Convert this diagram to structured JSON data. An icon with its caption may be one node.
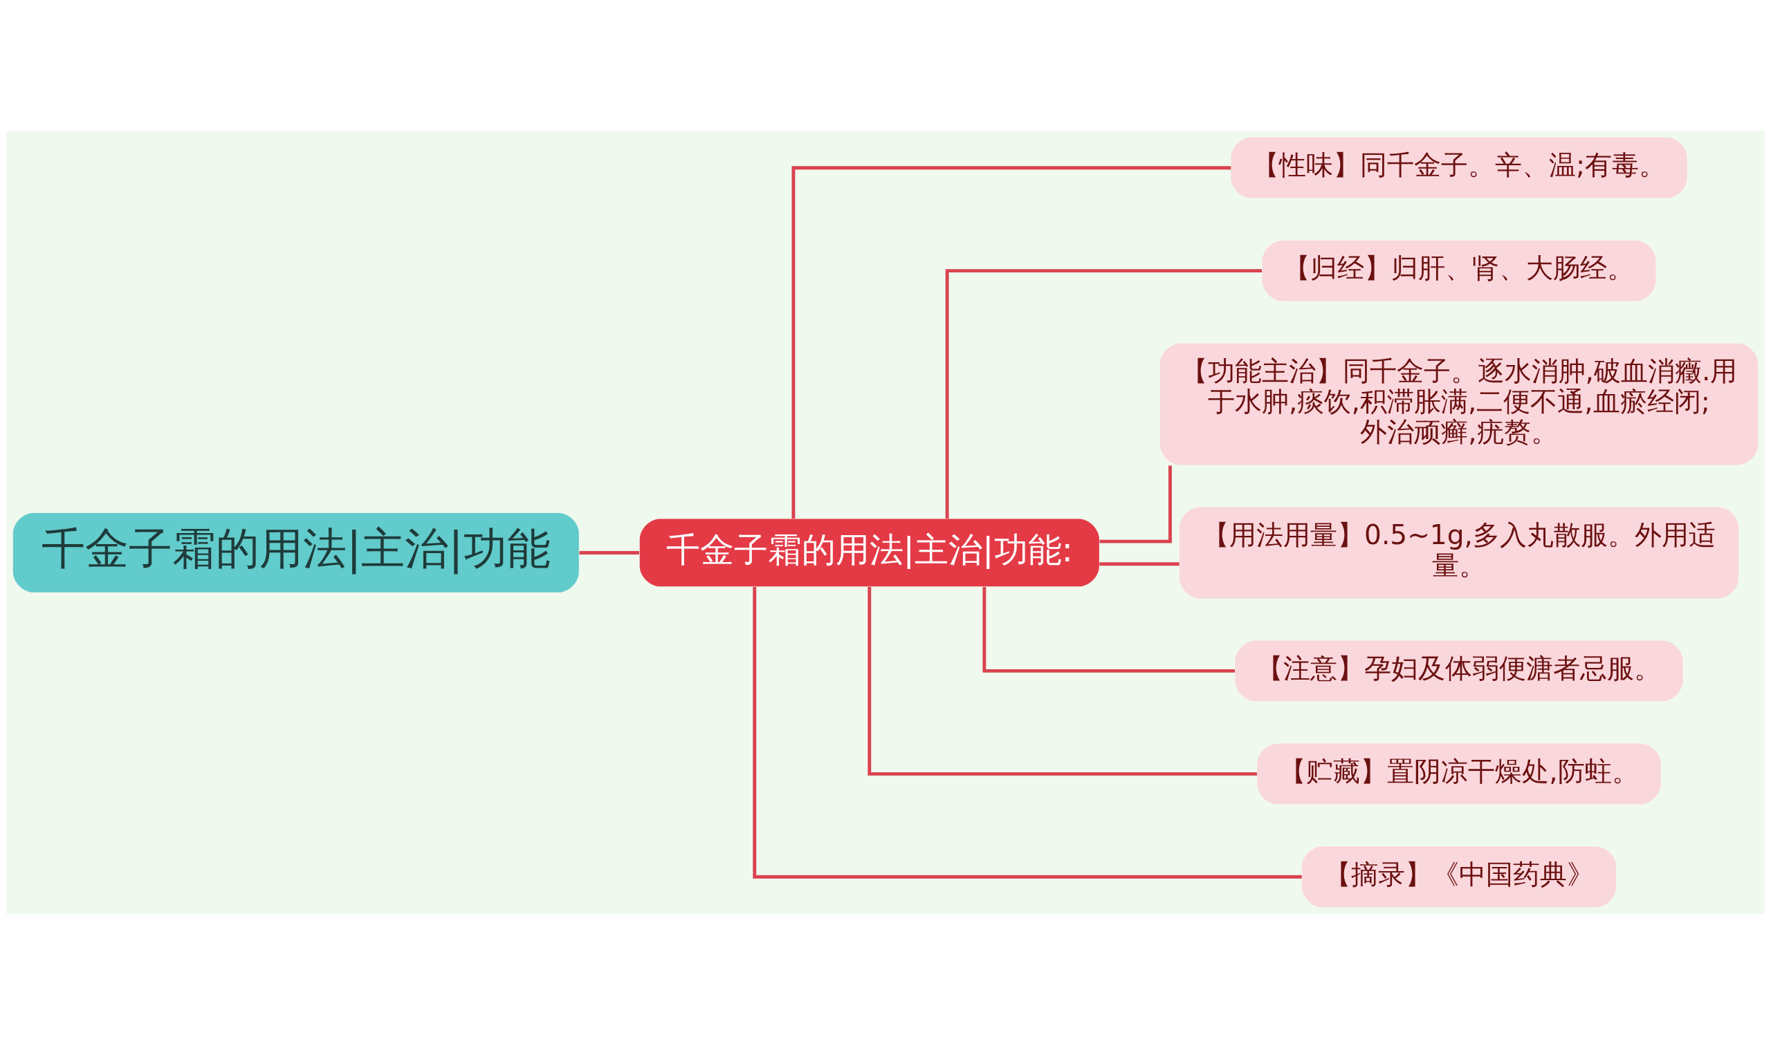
{
  "diagram": {
    "nodes": [
      {
        "text": [
          "千金子霜的用法|主治|功能"
        ]
      },
      {
        "text": [
          "千金子霜的用法|主治|功能:"
        ]
      },
      {
        "text": [
          "【性味】同千金子。辛、温;有毒。"
        ]
      },
      {
        "text": [
          "【归经】归肝、肾、大肠经。"
        ]
      },
      {
        "text": [
          "【功能主治】同千金子。逐水消肿,破血消癥.用于水肿,痰饮,积滞胀满,二便不通,血瘀经闭;外治顽癣,疣赘。"
        ]
      },
      {
        "text": [
          "【用法用量】0.5~1g,多入丸散服。外用适量。"
        ]
      },
      {
        "text": [
          "【注意】孕妇及体弱便溏者忌服。"
        ]
      },
      {
        "text": [
          "【贮藏】置阴凉干燥处,防蛀。"
        ]
      },
      {
        "text": [
          "【摘录】《中国药典》"
        ]
      }
    ],
    "edges": [
      {
        "from": 0,
        "to": 1,
        "arrow": "none"
      },
      {
        "from": 1,
        "to": 2,
        "arrow": "none"
      },
      {
        "from": 1,
        "to": 3,
        "arrow": "none"
      },
      {
        "from": 1,
        "to": 4,
        "arrow": "none"
      },
      {
        "from": 1,
        "to": 5,
        "arrow": "none"
      },
      {
        "from": 1,
        "to": 6,
        "arrow": "none"
      },
      {
        "from": 1,
        "to": 7,
        "arrow": "none"
      },
      {
        "from": 1,
        "to": 8,
        "arrow": "none"
      }
    ]
  }
}
